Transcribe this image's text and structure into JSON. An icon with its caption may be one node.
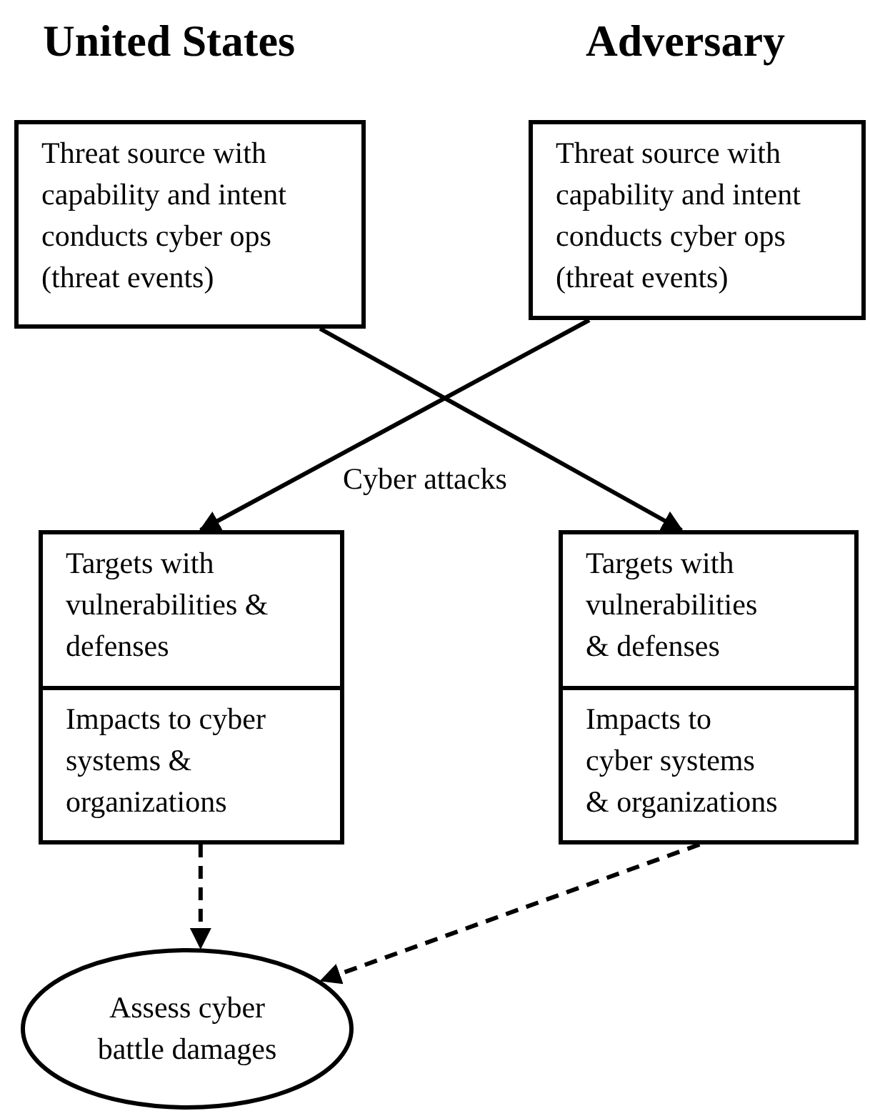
{
  "diagram": {
    "nodes": [
      {
        "text": [
          "Threat source with capability and intent conducts cyber ops (threat events)"
        ]
      },
      {
        "text": [
          "Threat source with capability and intent conducts cyber ops (threat events)"
        ]
      },
      {
        "text": [
          "Targets with vulnerabilities & defenses"
        ]
      },
      {
        "text": [
          "Impacts to cyber systems & organizations"
        ]
      },
      {
        "text": [
          "Targets with vulnerabilities & defenses"
        ]
      },
      {
        "text": [
          "Impacts to cyber systems & organizations"
        ]
      },
      {
        "text": [
          "Assess cyber battle damages"
        ]
      }
    ],
    "edges": [
      {
        "from": 0,
        "to": 4,
        "arrow": "to"
      },
      {
        "from": 1,
        "to": 2,
        "arrow": "to"
      },
      {
        "from": 3,
        "to": 6,
        "arrow": "to",
        "style": "dashed"
      },
      {
        "from": 5,
        "to": 6,
        "arrow": "to",
        "style": "dashed"
      }
    ],
    "labels": [
      "United States",
      "Adversary",
      "Cyber attacks"
    ]
  }
}
